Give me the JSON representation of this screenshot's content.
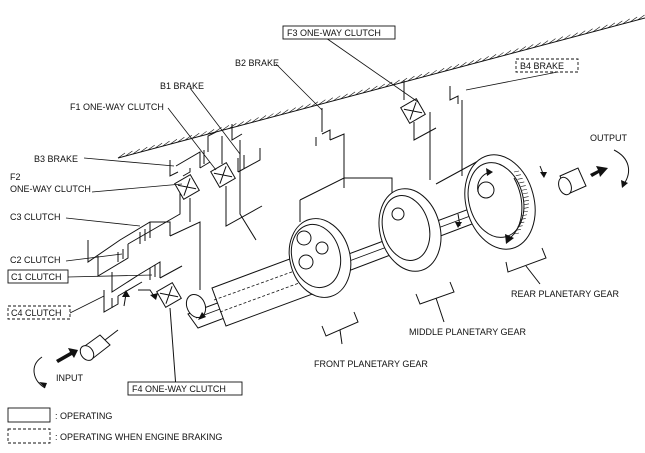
{
  "labels": {
    "f3_one_way_clutch": "F3 ONE-WAY CLUTCH",
    "b2_brake": "B2 BRAKE",
    "b4_brake": "B4 BRAKE",
    "b1_brake": "B1 BRAKE",
    "f1_one_way_clutch": "F1 ONE-WAY CLUTCH",
    "b3_brake": "B3 BRAKE",
    "f2_line1": "F2",
    "f2_line2": "ONE-WAY CLUTCH",
    "c3_clutch": "C3 CLUTCH",
    "c2_clutch": "C2 CLUTCH",
    "c1_clutch": "C1 CLUTCH",
    "c4_clutch": "C4 CLUTCH",
    "input": "INPUT",
    "output": "OUTPUT",
    "f4_one_way_clutch": "F4 ONE-WAY CLUTCH",
    "front_planetary_gear": "FRONT PLANETARY GEAR",
    "middle_planetary_gear": "MIDDLE PLANETARY GEAR",
    "rear_planetary_gear": "REAR PLANETARY GEAR"
  },
  "legend": {
    "operating": ": OPERATING",
    "operating_engine_braking": ": OPERATING WHEN ENGINE BRAKING"
  },
  "colors": {
    "line": "#111111",
    "background": "#ffffff"
  }
}
